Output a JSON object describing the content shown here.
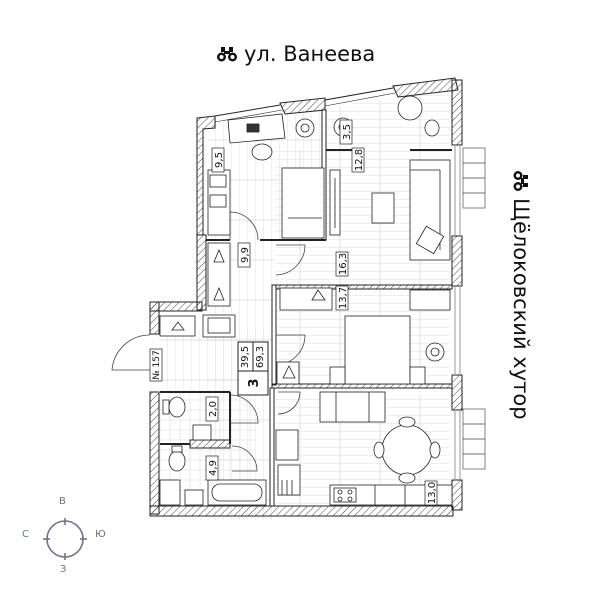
{
  "streets": {
    "top": {
      "icon": "binoculars-icon",
      "label": "ул. Ванеева"
    },
    "right": {
      "icon": "binoculars-icon",
      "label": "Щёлоковский хутор"
    }
  },
  "apartment": {
    "number": "№ 157",
    "rooms": "3",
    "living_area": "39,5",
    "total_area": "69,3"
  },
  "room_areas": {
    "study": "9,5",
    "balcony": "3,5",
    "living_nook": "12,8",
    "corridor": "9,9",
    "living_room": "16,3",
    "bedroom": "13,7",
    "wc": "2,0",
    "bathroom": "4,9",
    "kitchen": "13,0"
  },
  "compass": {
    "top": "В",
    "right": "Ю",
    "bottom": "З",
    "left": "С",
    "color": "#6b7686"
  },
  "colors": {
    "wall": "#222222",
    "floor_line": "#cfcfcf",
    "hatch": "#444444"
  }
}
